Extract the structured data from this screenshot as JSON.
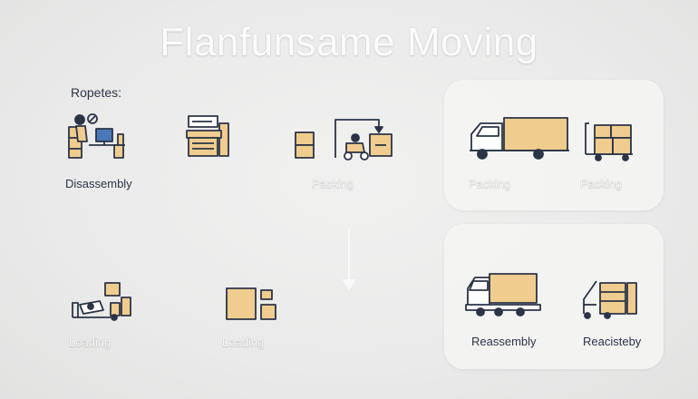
{
  "title": "Flanfunsame Moving",
  "subtitle": "Ropetes:",
  "steps": {
    "s1": "Disassembly",
    "s2": "Packing",
    "s3": "Packing",
    "s4": "Packing",
    "s5": "Loading",
    "s6": "Loading",
    "s7": "Reassembly",
    "s8": "Reacisteby"
  },
  "colors": {
    "accent_box": "#f0cd8e",
    "outline": "#2b3447",
    "panel": "#f4f4f3"
  },
  "icons": {
    "s1": "worker-desk-icon",
    "s2": "desk-monitor-icon",
    "s3": "forklift-boxes-icon",
    "s4": "truck-icon",
    "s5": "hand-truck-icon",
    "s6": "dolly-boxes-icon",
    "s7": "boxes-icon",
    "s8": "truck-icon"
  }
}
